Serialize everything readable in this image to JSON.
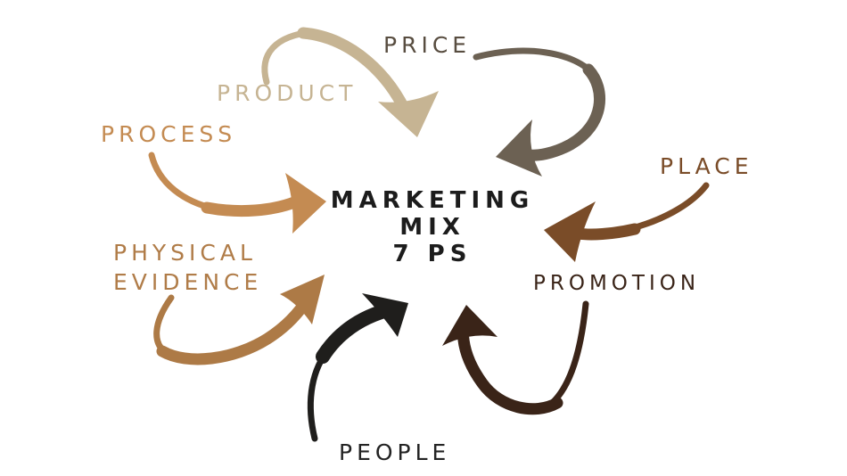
{
  "page": {
    "background": "#ffffff"
  },
  "diagram": {
    "title": "Marketing Mix 7 Ps hand-drawn arrow diagram",
    "center": {
      "line1": "MARKETING",
      "line2": "MIX",
      "line3": "7 PS",
      "color": "#1c1c1c"
    },
    "nodes": [
      {
        "label": "PRODUCT",
        "label_color": "#c6b493",
        "arrow_color": "#c6b493",
        "arrow_direction": "from top-left pointing down toward center"
      },
      {
        "label": "PRICE",
        "label_color": "#584d40",
        "arrow_color": "#6c6153",
        "arrow_direction": "from top, curling down-left toward center"
      },
      {
        "label": "PLACE",
        "label_color": "#7a4c28",
        "arrow_color": "#7a4c28",
        "arrow_direction": "from right pointing left toward center"
      },
      {
        "label": "PROMOTION",
        "label_color": "#3a2418",
        "arrow_color": "#3a2418",
        "arrow_direction": "from bottom-right curling up toward center"
      },
      {
        "label": "PEOPLE",
        "label_color": "#232323",
        "arrow_color": "#1f1e1c",
        "arrow_direction": "from bottom pointing up-right toward center"
      },
      {
        "label": "PHYSICAL",
        "label_line2": "EVIDENCE",
        "label_color": "#b07c48",
        "arrow_color": "#ad7a46",
        "arrow_direction": "from bottom-left pointing up-right toward center"
      },
      {
        "label": "PROCESS",
        "label_color": "#c48b52",
        "arrow_color": "#c48b52",
        "arrow_direction": "from left pointing right toward center"
      }
    ]
  }
}
